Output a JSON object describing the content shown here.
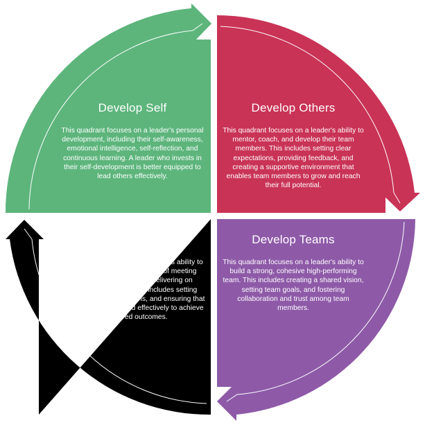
{
  "colors": {
    "develop_self": "#5db57c",
    "develop_others": "#c93356",
    "get_results": "#000000",
    "develop_teams": "#8e5aa8",
    "inner_line": "#ffffff"
  },
  "quadrants": {
    "develop_self": {
      "title": "Develop Self",
      "body": "This quadrant focuses on a leader's personal development, including their self-awareness, emotional intelligence, self-reflection, and continuous learning. A leader who invests in their self-development is better equipped to lead others effectively."
    },
    "develop_others": {
      "title": "Develop Others",
      "body": "This quadrant focuses on a leader's ability to mentor, coach, and develop their team members. This includes setting clear expectations, providing feedback, and creating a supportive environment that enables team members to grow and reach their full potential."
    },
    "get_results": {
      "title": "Get Results",
      "body": "This quadrant focuses on a leader's ability to achieve results, both in terms of meeting performance targets and delivering on strategic objectives. This includes setting priorities, making decisions, and ensuring that resources are allocated effectively to achieve the desired outcomes."
    },
    "develop_teams": {
      "title": "Develop Teams",
      "body": "This quadrant focuses on a leader's ability to build a strong, cohesive high-performing team. This includes creating a shared vision, setting team goals, and fostering collaboration and trust among team members."
    }
  }
}
